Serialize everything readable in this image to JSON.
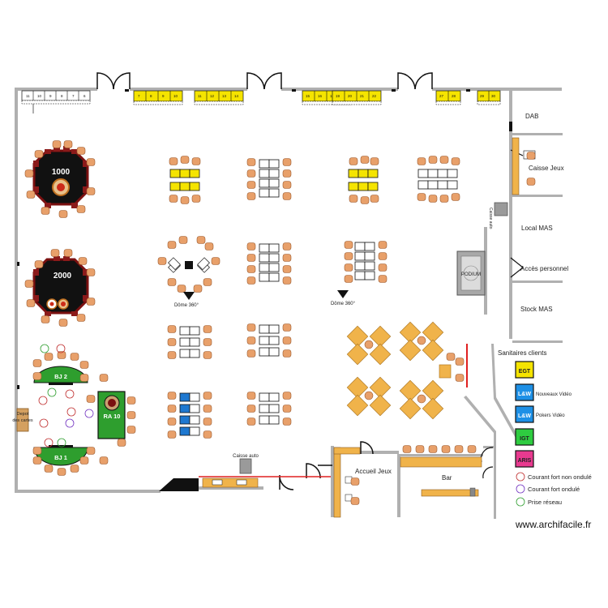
{
  "rooms": {
    "dab": "DAB",
    "caisse_jeux": "Caisse Jeux",
    "caisse_auto_vertical": "Caisse auto",
    "local_mas": "Local MAS",
    "acces_personnel": "Accès personnel",
    "stock_mas": "Stock MAS",
    "sanitaires": "Sanitaires clients",
    "podium": "PODIUM",
    "caisse_auto": "Caisse auto",
    "accueil_jeux": "Accueil Jeux",
    "bar": "Bar",
    "depot_line1": "Depot",
    "depot_line2": "des cartes"
  },
  "tables": {
    "t1000": "1000",
    "t2000": "2000",
    "bj2": "BJ 2",
    "bj1": "BJ 1",
    "ra10": "RA 10"
  },
  "domes": {
    "left": "Dôme 360°",
    "right": "Dôme 360°"
  },
  "legend": {
    "egt": "EGT",
    "lw1": "L&W",
    "lw1_desc": "Nouveaux Vidéo",
    "lw2": "L&W",
    "lw2_desc": "Pokers Vidéo",
    "igt": "IGT",
    "aris": "ARIS",
    "courant_non_ondule": "Courant fort non ondulé",
    "courant_ondule": "Courant fort ondulé",
    "prise_reseau": "Prise réseau"
  },
  "legend_colors": {
    "egt": "#f5e400",
    "lw": "#1e90e6",
    "igt": "#2ecc40",
    "aris": "#e83a8f"
  },
  "top_row_labels": {
    "g1": [
      "11",
      "10",
      "9",
      "8",
      "7",
      "6"
    ],
    "g2": [
      "7",
      "8",
      "9",
      "10"
    ],
    "g3": [
      "11",
      "12",
      "13",
      "14"
    ],
    "g4": [
      "15",
      "16",
      "17",
      "18"
    ],
    "g5": [
      "19",
      "20",
      "21",
      "22"
    ],
    "g6": [
      "27",
      "28"
    ],
    "g7": [
      "29",
      "30"
    ]
  },
  "watermark": "www.archifacile.fr"
}
